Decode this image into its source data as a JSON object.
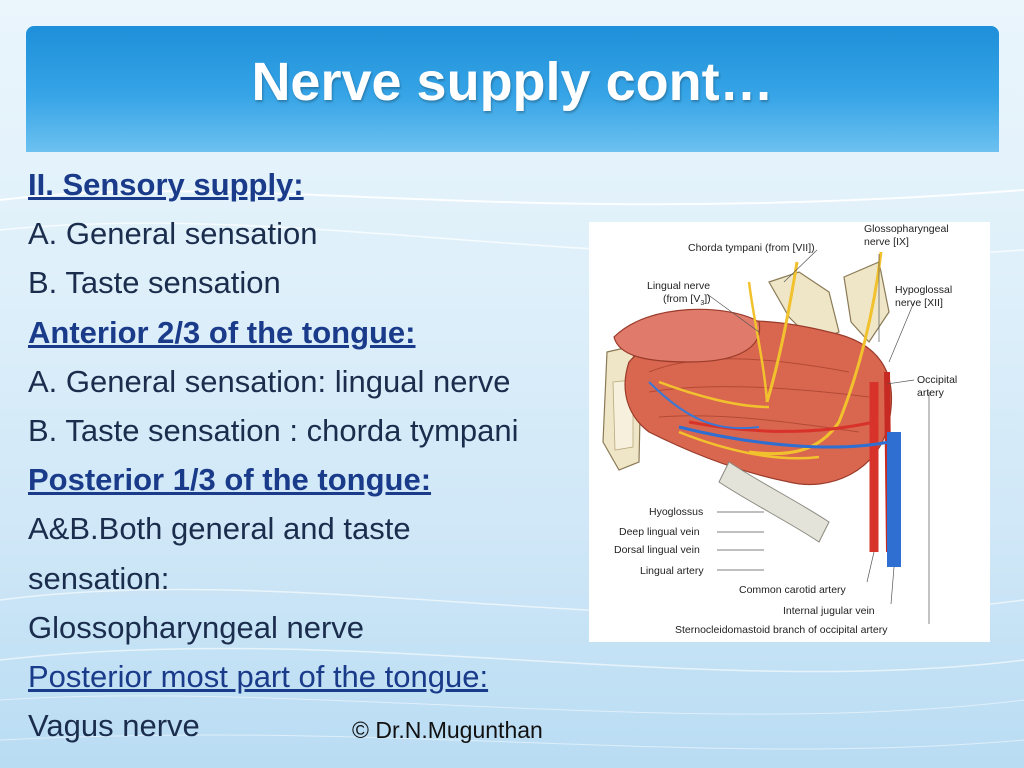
{
  "slide": {
    "title": "Nerve supply cont…",
    "lines": [
      {
        "text": "II. Sensory supply:",
        "style": "heading"
      },
      {
        "text": "A. General sensation",
        "style": "normal"
      },
      {
        "text": "B. Taste sensation",
        "style": "normal"
      },
      {
        "text": "Anterior 2/3 of the tongue:",
        "style": "heading"
      },
      {
        "text": "A. General sensation: lingual nerve",
        "style": "normal"
      },
      {
        "text": "B. Taste sensation : chorda tympani",
        "style": "normal"
      },
      {
        "text": "Posterior 1/3 of the tongue:",
        "style": "heading"
      },
      {
        "text": "A&B.Both general and taste",
        "style": "normal"
      },
      {
        "text": "sensation:",
        "style": "normal"
      },
      {
        "text": "Glossopharyngeal nerve",
        "style": "normal"
      },
      {
        "text": "Posterior most part of the tongue:",
        "style": "link"
      },
      {
        "text": "Vagus nerve",
        "style": "normal"
      }
    ],
    "copyright": "© Dr.N.Mugunthan"
  },
  "figure": {
    "labels": {
      "chorda_tympani": "Chorda tympani (from [VII])",
      "glossopharyngeal_1": "Glossopharyngeal",
      "glossopharyngeal_2": "nerve [IX]",
      "lingual_1": "Lingual nerve",
      "lingual_2": "(from [V",
      "lingual_sub": "3",
      "lingual_3": "])",
      "hypoglossal_1": "Hypoglossal",
      "hypoglossal_2": "nerve [XII]",
      "occipital_1": "Occipital",
      "occipital_2": "artery",
      "hyoglossus": "Hyoglossus",
      "deep_lingual_vein": "Deep lingual vein",
      "dorsal_lingual_vein": "Dorsal lingual vein",
      "lingual_artery": "Lingual artery",
      "common_carotid": "Common carotid artery",
      "internal_jugular": "Internal jugular vein",
      "sternocleidomastoid": "Sternocleidomastoid branch of occipital artery"
    }
  },
  "colors": {
    "title_bar": "#2196dc",
    "heading_text": "#1a3a8a",
    "body_text": "#1b2d4d",
    "muscle": "#d9674f",
    "nerve": "#f2c12e",
    "artery": "#d7332b",
    "vein": "#2f6fd1"
  }
}
